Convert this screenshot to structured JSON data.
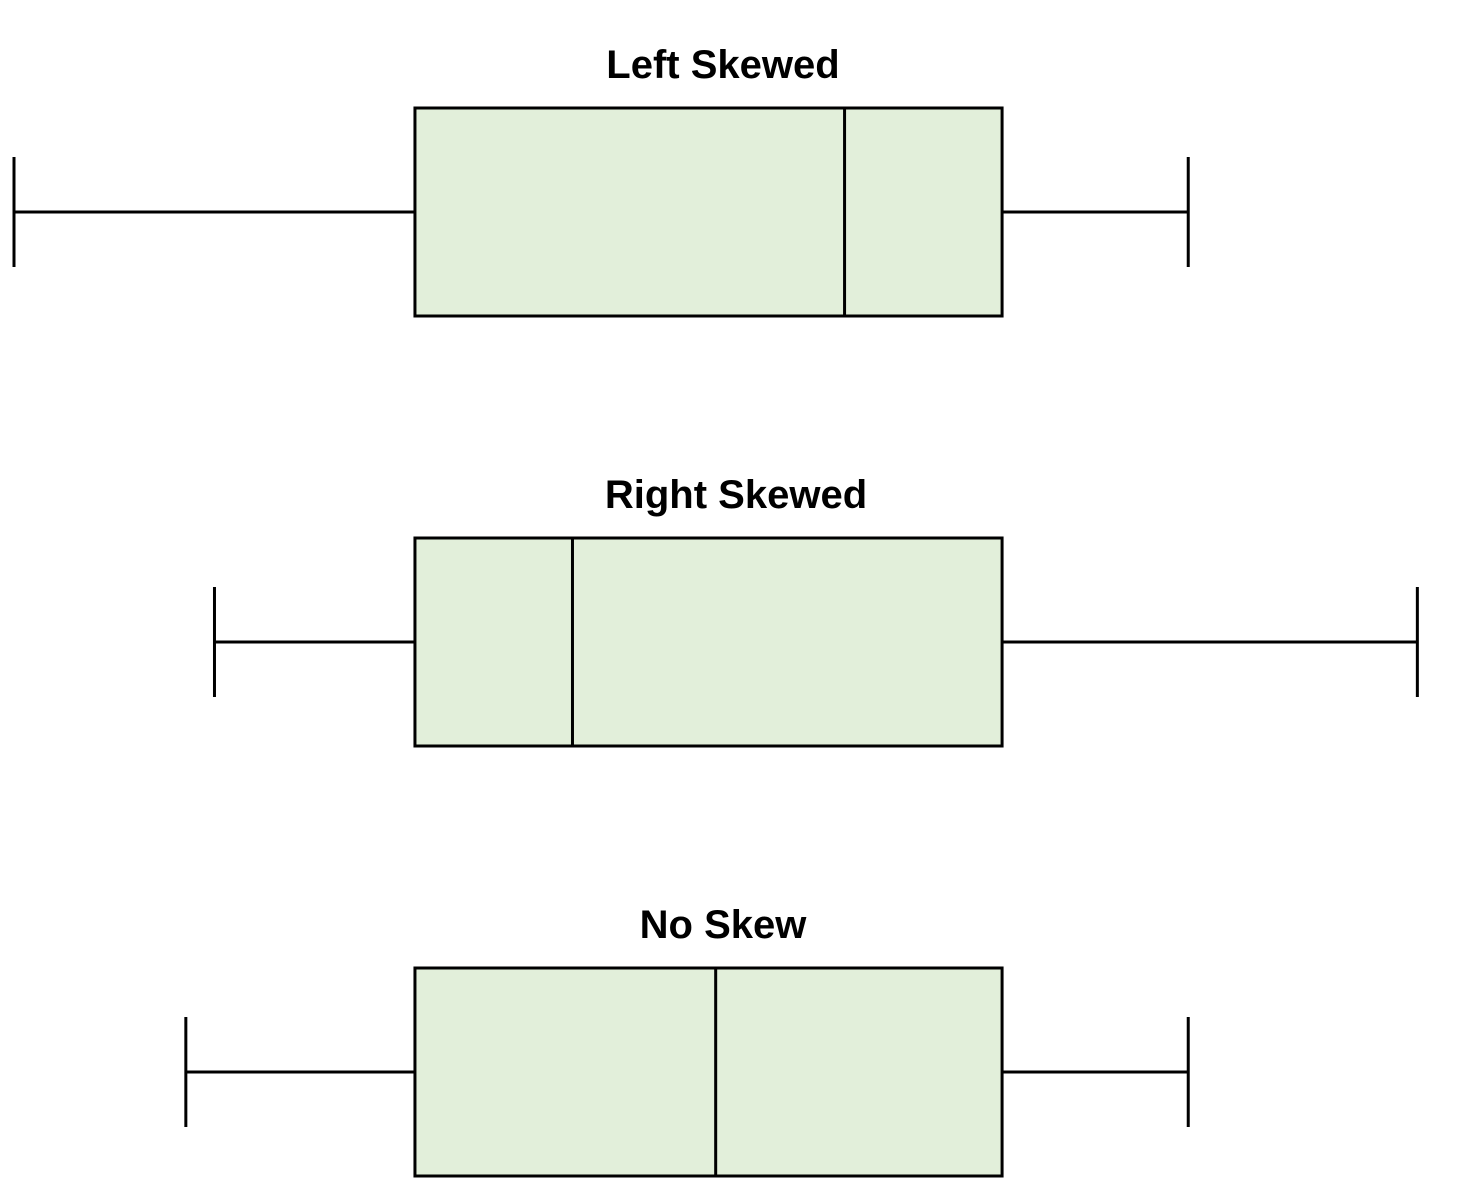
{
  "colors": {
    "box_fill": "#e2efda",
    "stroke": "#000000",
    "background": "#ffffff"
  },
  "panels": [
    {
      "title": "Left Skewed",
      "five_number_summary": {
        "min": 0.0,
        "q1": 0.28,
        "median": 0.58,
        "q3": 0.69,
        "max": 0.82
      }
    },
    {
      "title": "Right Skewed",
      "five_number_summary": {
        "min": 0.14,
        "q1": 0.28,
        "median": 0.39,
        "q3": 0.69,
        "max": 0.98
      }
    },
    {
      "title": "No Skew",
      "five_number_summary": {
        "min": 0.12,
        "q1": 0.28,
        "median": 0.49,
        "q3": 0.69,
        "max": 0.82
      }
    }
  ]
}
